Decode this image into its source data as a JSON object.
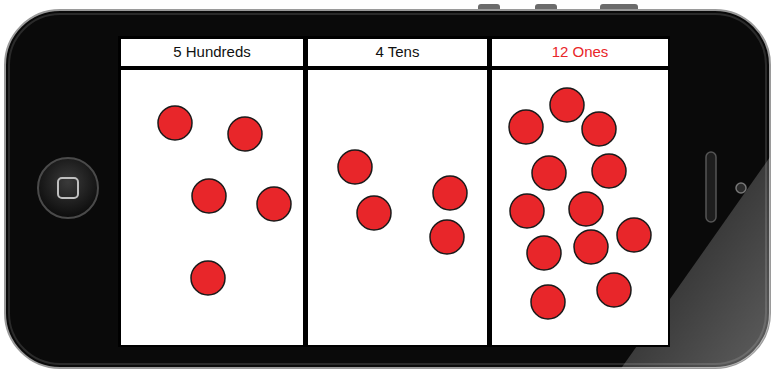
{
  "diagram": {
    "nodes": [
      {
        "text": [
          "5 Hundreds"
        ]
      },
      {
        "text": [
          "4 Tens"
        ]
      },
      {
        "text": [
          "12 Ones"
        ]
      }
    ]
  }
}
